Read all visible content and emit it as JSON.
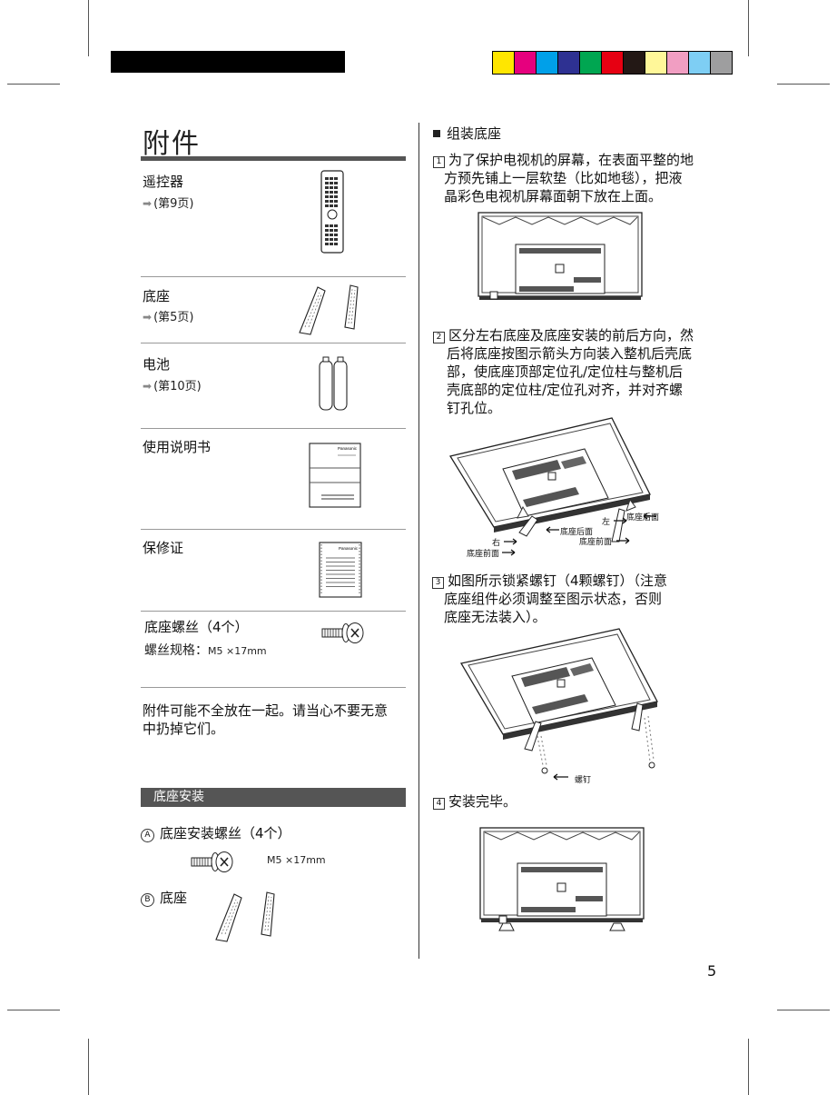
{
  "accessories": {
    "title": "附件",
    "ref_arrow": "➡",
    "items": [
      {
        "name": "遥控器",
        "ref": "(第9页)"
      },
      {
        "name": "底座",
        "ref": "(第5页)"
      },
      {
        "name": "电池",
        "ref": "(第10页)"
      },
      {
        "name": "使用说明书"
      },
      {
        "name": "保修证"
      },
      {
        "name": "底座螺丝（4个）",
        "spec_label": "螺丝规格：",
        "spec_value": "M5 ×17mm"
      }
    ],
    "manual_brand": "Panasonic",
    "warranty_brand": "Panasonic",
    "note_line1": "附件可能不全放在一起。请当心不要无意",
    "note_line2": "中扔掉它们。"
  },
  "stand_install": {
    "bar_title": "底座安装",
    "item_a_mark": "A",
    "item_a": "底座安装螺丝（4个）",
    "item_a_spec": "M5 ×17mm",
    "item_b_mark": "B",
    "item_b": "底座"
  },
  "assembly": {
    "title": "组装底座",
    "step1_num": "1",
    "step1_lines": [
      "为了保护电视机的屏幕，在表面平整的地",
      "方预先铺上一层软垫（比如地毯），把液",
      "晶彩色电视机屏幕面朝下放在上面。"
    ],
    "step2_num": "2",
    "step2_lines": [
      "区分左右底座及底座安装的前后方向，然",
      "后将底座按图示箭头方向装入整机后壳底",
      "部，使底座顶部定位孔/定位柱与整机后",
      "壳底部的定位柱/定位孔对齐，并对齐螺",
      "钉孔位。"
    ],
    "step2_labels": {
      "left": "左",
      "rear_r": "底座后面",
      "right": "右",
      "rear_l": "底座后面",
      "front_r": "底座前面",
      "front_l": "底座前面"
    },
    "step3_num": "3",
    "step3_lines": [
      "如图所示锁紧螺钉（4颗螺钉）（注意",
      "底座组件必须调整至图示状态，否则",
      "底座无法装入）。"
    ],
    "step3_label": "螺钉",
    "step4_num": "4",
    "step4_text": "安装完毕。"
  },
  "page_number": "5",
  "colors": {
    "swatches": [
      "#ffe600",
      "#e6007e",
      "#00a0e9",
      "#2e3192",
      "#00a651",
      "#e60012",
      "#231815",
      "#fff799",
      "#f19ec2",
      "#7ecef4",
      "#9e9e9f"
    ]
  }
}
